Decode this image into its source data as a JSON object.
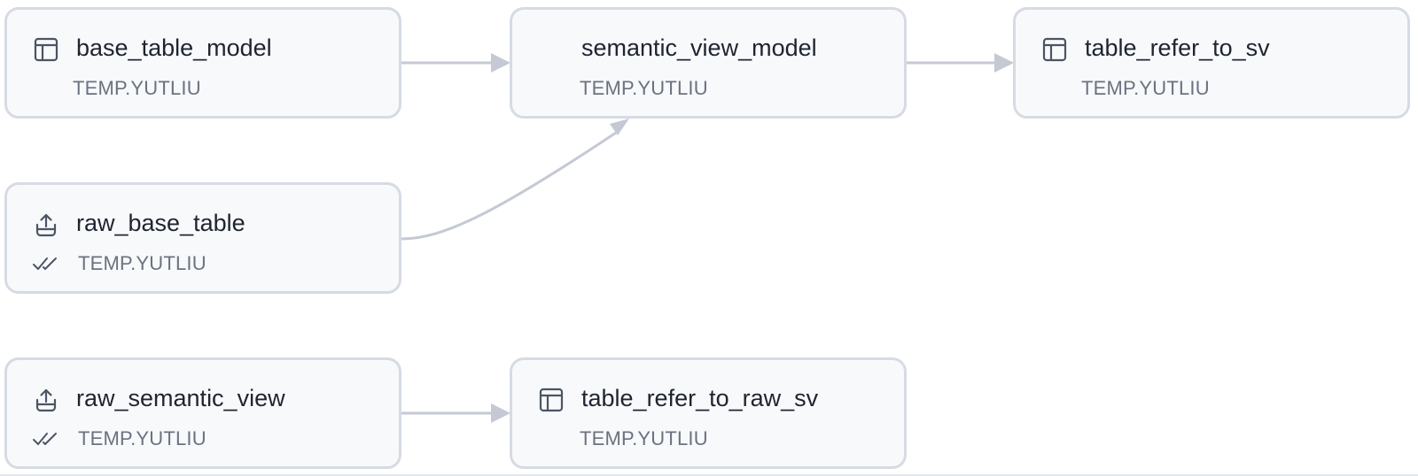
{
  "colors": {
    "edge": "#c4c9d4",
    "node_border": "#d6dbe3",
    "node_fill": "#f8f9fb",
    "icon": "#4b5563",
    "name_text": "#1e2430",
    "schema_text": "#6b7280"
  },
  "nodes": {
    "base_table_model": {
      "name": "base_table_model",
      "schema": "TEMP.YUTLIU",
      "icon": "table-icon"
    },
    "semantic_view_model": {
      "name": "semantic_view_model",
      "schema": "TEMP.YUTLIU",
      "icon": "none"
    },
    "table_refer_to_sv": {
      "name": "table_refer_to_sv",
      "schema": "TEMP.YUTLIU",
      "icon": "table-icon"
    },
    "raw_base_table": {
      "name": "raw_base_table",
      "schema": "TEMP.YUTLIU",
      "icon": "upload-icon",
      "status_icon": "double-check-icon"
    },
    "raw_semantic_view": {
      "name": "raw_semantic_view",
      "schema": "TEMP.YUTLIU",
      "icon": "upload-icon",
      "status_icon": "double-check-icon"
    },
    "table_refer_to_raw_sv": {
      "name": "table_refer_to_raw_sv",
      "schema": "TEMP.YUTLIU",
      "icon": "table-icon"
    }
  },
  "edges": [
    {
      "from": "base_table_model",
      "to": "semantic_view_model"
    },
    {
      "from": "raw_base_table",
      "to": "semantic_view_model"
    },
    {
      "from": "semantic_view_model",
      "to": "table_refer_to_sv"
    },
    {
      "from": "raw_semantic_view",
      "to": "table_refer_to_raw_sv"
    }
  ]
}
